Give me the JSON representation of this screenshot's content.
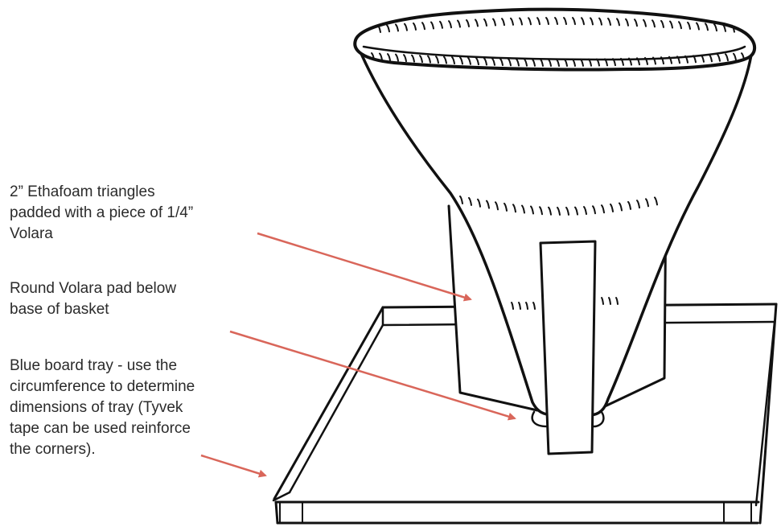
{
  "labels": {
    "ethafoam": "2” Ethafoam triangles\npadded with a piece of 1/4”\nVolara",
    "volara_pad": "Round Volara pad below\nbase of basket",
    "tray": "Blue board tray - use the\ncircumference to determine\ndimensions of tray (Tyvek\ntape can be used reinforce\nthe corners)."
  },
  "colors": {
    "ink": "#111111",
    "arrow": "#d9665a",
    "text": "#2b2b2b"
  }
}
